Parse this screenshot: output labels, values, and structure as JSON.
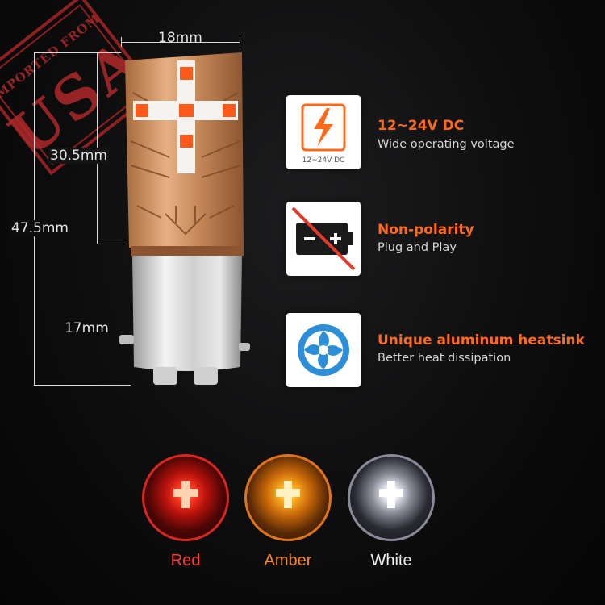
{
  "dimensions": {
    "width_label": "18mm",
    "head_label": "30.5mm",
    "total_label": "47.5mm",
    "base_label": "17mm"
  },
  "stamp": {
    "top_text": "IMPORTED FROM",
    "main_text": "USA",
    "color": "#a82424"
  },
  "features": [
    {
      "icon": "lightning-voltage-icon",
      "icon_caption": "12~24V DC",
      "title": "12~24V DC",
      "subtitle": "Wide operating voltage"
    },
    {
      "icon": "battery-crossed-icon",
      "title": "Non-polarity",
      "subtitle": "Plug and Play"
    },
    {
      "icon": "fan-heatsink-icon",
      "title": "Unique aluminum heatsink",
      "subtitle": "Better heat dissipation"
    }
  ],
  "colors": [
    {
      "label": "Red",
      "label_color": "#ff3a2e",
      "ring": "#d8271f"
    },
    {
      "label": "Amber",
      "label_color": "#ff8a1e",
      "ring": "#e0741a"
    },
    {
      "label": "White",
      "label_color": "#f2f2f2",
      "ring": "#8a8a9a"
    }
  ],
  "accent": "#ff6a1a"
}
